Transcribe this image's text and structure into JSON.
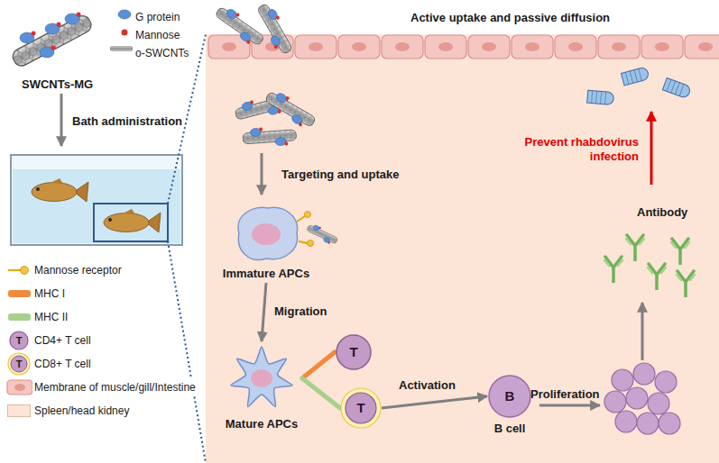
{
  "diagram": {
    "nodes": [
      {
        "text": [
          "Immature APCs"
        ]
      },
      {
        "text": [
          "Mature APCs"
        ]
      },
      {
        "text": [
          "T"
        ]
      },
      {
        "text": [
          "T"
        ]
      },
      {
        "text": [
          "B",
          "B cell"
        ]
      }
    ],
    "edges": [
      {
        "from": 0,
        "to": 1,
        "arrow": "to",
        "label": "Migration"
      },
      {
        "from": 1,
        "to": 2,
        "arrow": "none"
      },
      {
        "from": 1,
        "to": 3,
        "arrow": "none"
      },
      {
        "from": 3,
        "to": 4,
        "arrow": "to",
        "label": "Activation"
      }
    ],
    "labels": [
      "G protein",
      "Mannose",
      "o-SWCNTs",
      "SWCNTs-MG",
      "Bath administration",
      "Active uptake and passive diffusion",
      "Targeting and uptake",
      "Proliferation",
      "Antibody",
      "Prevent rhabdovirus infection",
      "T",
      "T"
    ],
    "legend": [
      {
        "text": "Mannose receptor"
      },
      {
        "text": "MHC I"
      },
      {
        "text": "MHC II"
      },
      {
        "text": "CD4+ T cell"
      },
      {
        "text": "CD8+ T cell"
      },
      {
        "text": "Membrane of muscle/gill/Intestine"
      },
      {
        "text": "Spleen/head kidney",
        "color": "#fce4d6"
      }
    ]
  }
}
